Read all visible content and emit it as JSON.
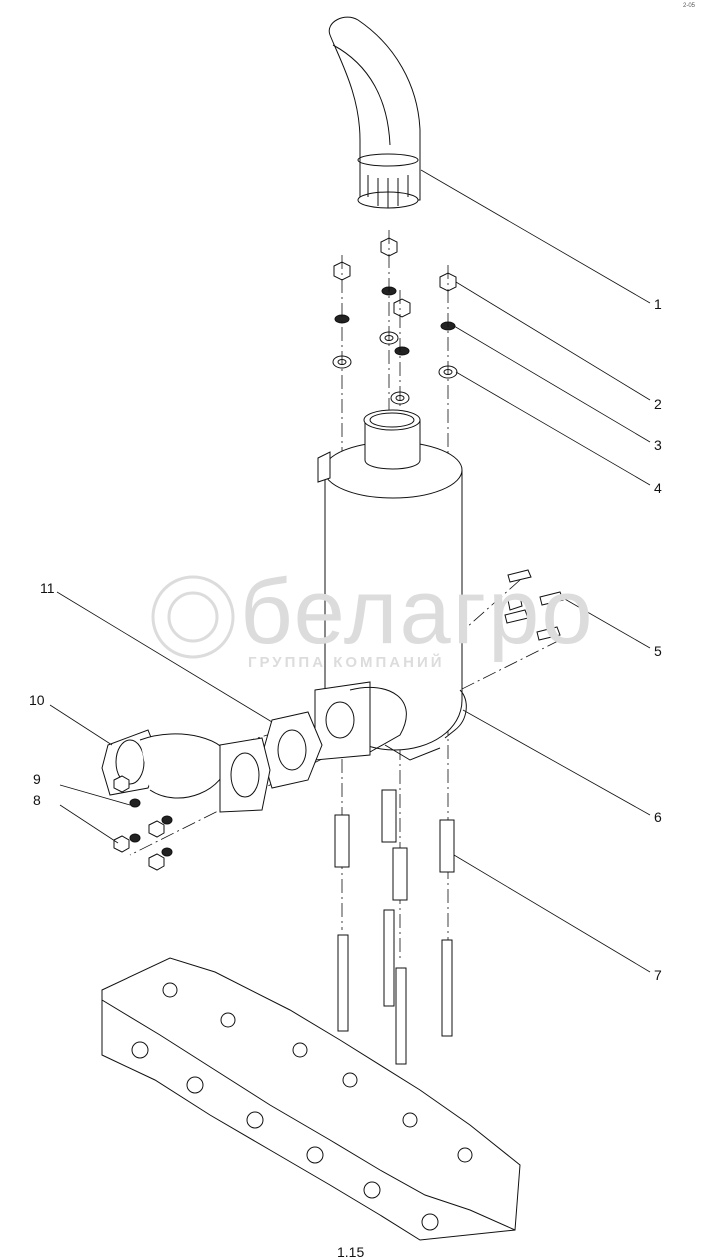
{
  "diagram": {
    "callouts": [
      "1",
      "2",
      "3",
      "4",
      "5",
      "6",
      "7",
      "8",
      "9",
      "10",
      "11"
    ],
    "watermark": {
      "name": "белагро",
      "subtitle": "ГРУППА КОМПАНИЙ"
    },
    "page_mark": "1.15",
    "corner_mark": "2-05"
  },
  "colors": {
    "line": "#111111",
    "watermark": "#dcdcdc"
  }
}
